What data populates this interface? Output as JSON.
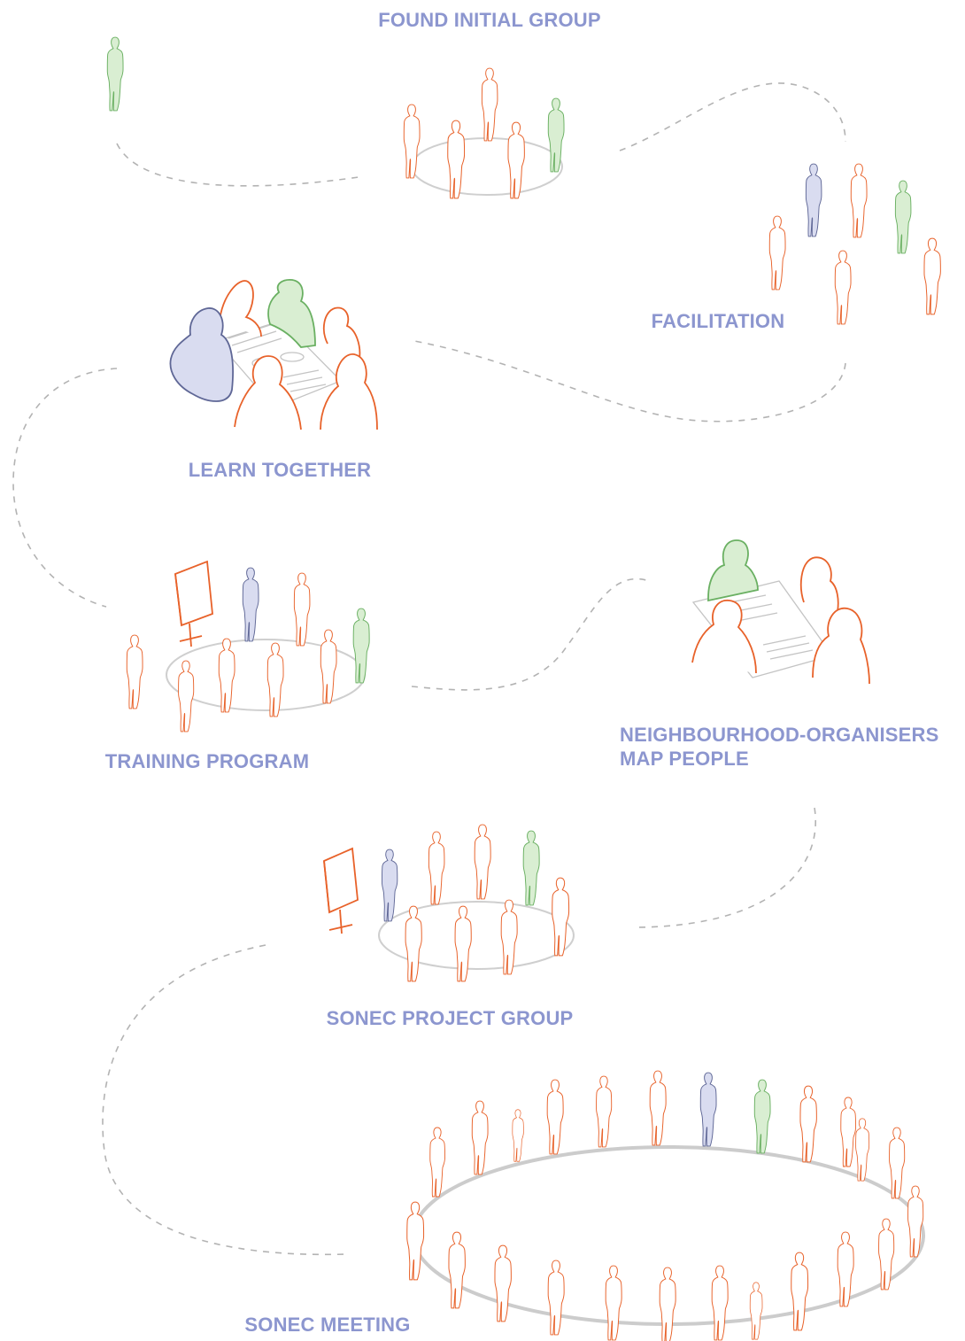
{
  "steps": [
    {
      "id": "found",
      "label": "FOUND INITIAL GROUP"
    },
    {
      "id": "facilitation",
      "label": "FACILITATION"
    },
    {
      "id": "learn",
      "label": "LEARN TOGETHER"
    },
    {
      "id": "training",
      "label": "TRAINING PROGRAM"
    },
    {
      "id": "neighbourhood",
      "label_line1": "NEIGHBOURHOOD-ORGANISERS",
      "label_line2": "MAP PEOPLE"
    },
    {
      "id": "project",
      "label": "SONEC PROJECT GROUP"
    },
    {
      "id": "meeting",
      "label": "SONEC MEETING"
    }
  ],
  "colors": {
    "label": "#8c96cf",
    "member_stroke": "#e8622a",
    "facilitator_fill": "#d9dcf0",
    "facilitator_stroke": "#5f6796",
    "newcomer_fill": "#d9eed2",
    "newcomer_stroke": "#6ab062",
    "path": "#b3b3b3"
  }
}
